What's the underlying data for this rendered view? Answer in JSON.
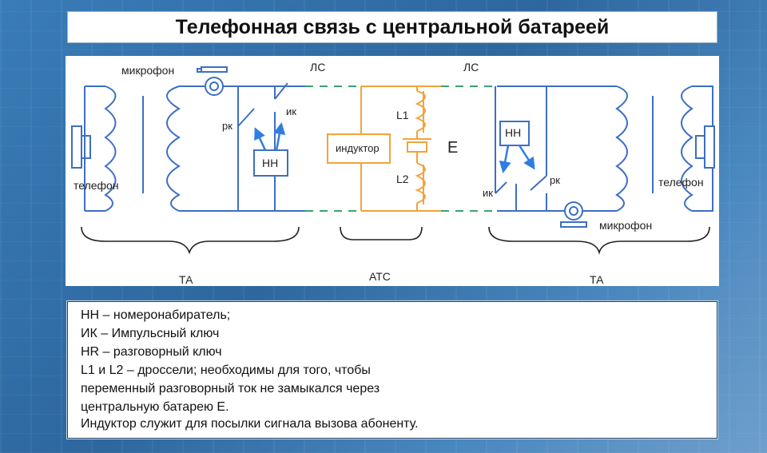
{
  "title": "Телефонная связь с центральной батареей",
  "diagram": {
    "labels": {
      "microphone_left": "микрофон",
      "microphone_right": "микрофон",
      "line_left": "ЛС",
      "line_right": "ЛС",
      "rk_left": "рк",
      "ik_left": "ик",
      "nn_left": "НН",
      "phone_left": "телефон",
      "inductor": "индуктор",
      "l1": "L1",
      "l2": "L2",
      "battery": "Е",
      "nn_right": "НН",
      "ik_right": "ик",
      "rk_right": "рк",
      "phone_right": "телефон",
      "ta_left": "ТА",
      "ats": "АТС",
      "ta_right": "ТА"
    },
    "colors": {
      "subscriber_circuit": "#3d6fc4",
      "exchange_circuit": "#f2a33a",
      "line_dash": "#3aa36b",
      "brace": "#222222"
    }
  },
  "legend": {
    "lines": [
      "НН – номеронабиратель;",
      "ИК – Импульсный ключ",
      "НR – разговорный ключ",
      "L1 и L2 – дроссели; необходимы для того, чтобы",
      "переменный разговорный ток не замыкался через",
      "центральную батарею Е.",
      "Индуктор служит для посылки сигнала вызова абоненту."
    ]
  }
}
